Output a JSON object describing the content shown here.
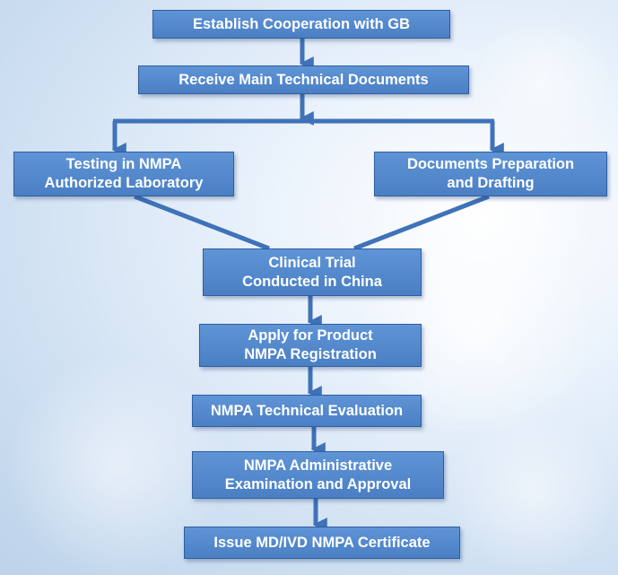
{
  "flow": {
    "steps": [
      {
        "label": "Establish Cooperation with GB"
      },
      {
        "label": "Receive Main Technical Documents"
      },
      {
        "label": "Testing in NMPA\nAuthorized Laboratory"
      },
      {
        "label": "Documents Preparation\nand Drafting"
      },
      {
        "label": "Clinical Trial\nConducted in China"
      },
      {
        "label": "Apply for Product\nNMPA Registration"
      },
      {
        "label": "NMPA Technical Evaluation"
      },
      {
        "label": "NMPA Administrative\nExamination and Approval"
      },
      {
        "label": "Issue MD/IVD NMPA Certificate"
      }
    ]
  },
  "colors": {
    "box_fill": "#5589ce",
    "box_border": "#2f5f9e",
    "connector": "#3f72b8",
    "text": "#ffffff"
  }
}
